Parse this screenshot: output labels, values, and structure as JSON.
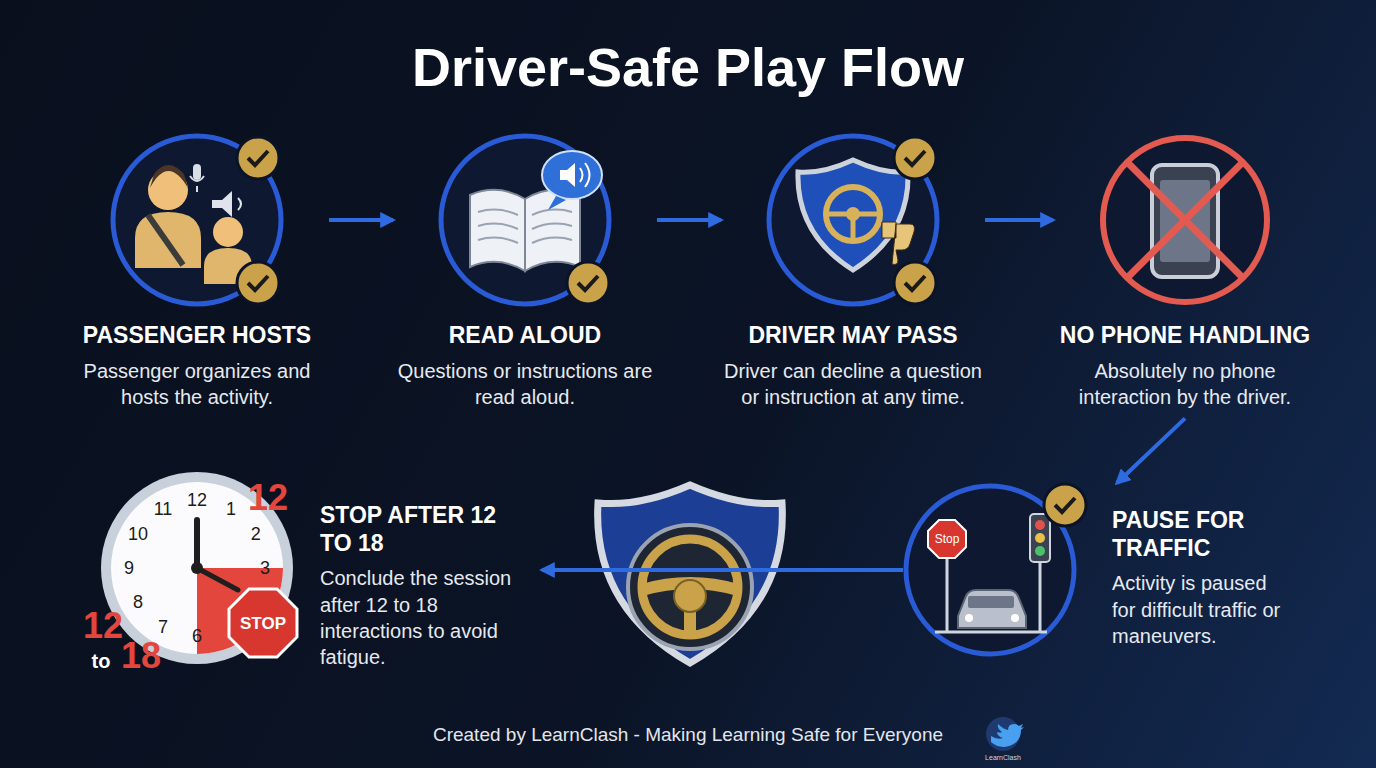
{
  "diagram": {
    "title": "Driver-Safe Play Flow",
    "caption": "Created by LearnClash - Making Learning Safe for Everyone",
    "nodes": [
      {
        "text": [
          "PASSENGER HOSTS",
          "Passenger organizes and hosts the activity."
        ]
      },
      {
        "text": [
          "READ ALOUD",
          "Questions or instructions are read aloud."
        ]
      },
      {
        "text": [
          "DRIVER MAY PASS",
          "Driver can decline a question or instruction at any time."
        ]
      },
      {
        "text": [
          "NO PHONE HANDLING",
          "Absolutely no phone interaction by the driver."
        ]
      },
      {
        "text": [
          "PAUSE FOR TRAFFIC",
          "Activity is paused for difficult traffic or maneuvers."
        ]
      },
      {
        "text": [
          "STOP AFTER 12 TO 18",
          "Conclude the session after 12 to 18 interactions to avoid fatigue."
        ]
      }
    ],
    "edges": [
      {
        "from": 0,
        "to": 1,
        "arrow": "to"
      },
      {
        "from": 1,
        "to": 2,
        "arrow": "to"
      },
      {
        "from": 2,
        "to": 3,
        "arrow": "to"
      },
      {
        "from": 3,
        "to": 4,
        "arrow": "to"
      },
      {
        "from": 4,
        "to": 5,
        "arrow": "to"
      }
    ],
    "labels": [
      "12",
      "1",
      "2",
      "3",
      "6",
      "7",
      "8",
      "9",
      "10",
      "11",
      "12",
      "STOP",
      "12",
      "to",
      "18",
      "Stop",
      "LearnClash"
    ]
  }
}
